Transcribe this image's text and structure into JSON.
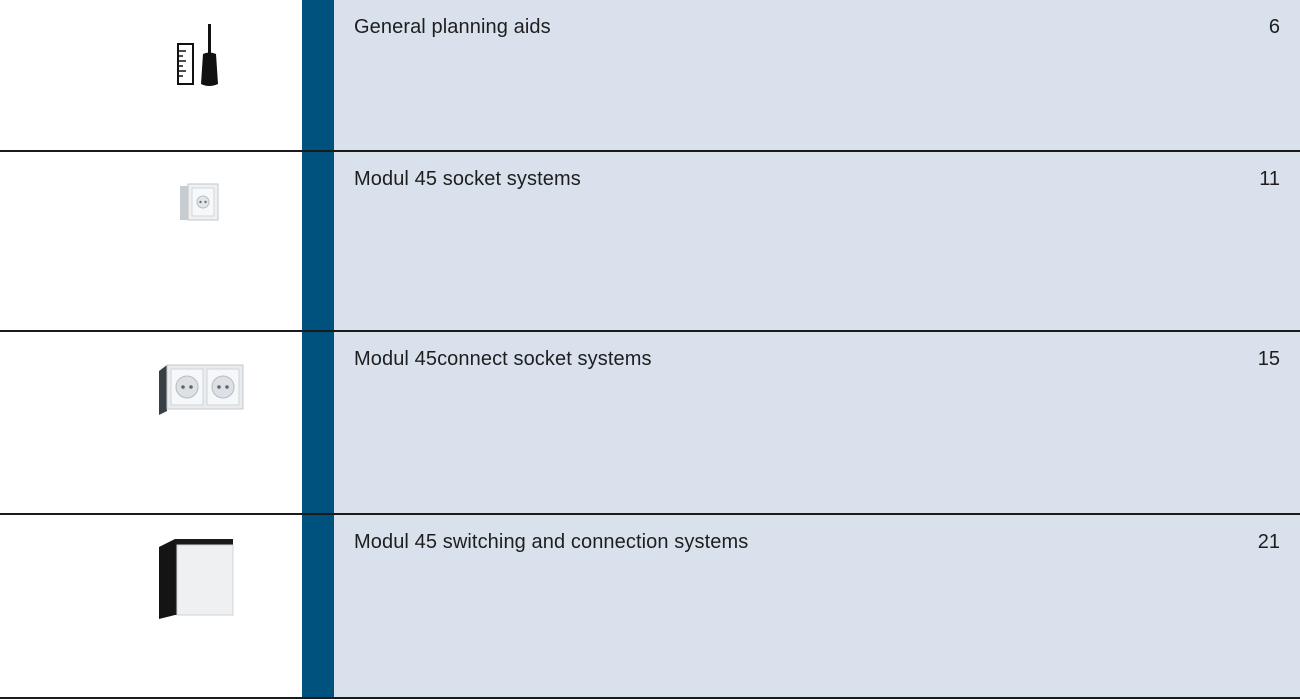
{
  "colors": {
    "accent": "#00527e",
    "panel": "#d8e1ec"
  },
  "sections": [
    {
      "title": "General planning aids",
      "page": "6",
      "icon": "ruler-screwdriver-icon"
    },
    {
      "title": "Modul 45 socket systems",
      "page": "11",
      "icon": "single-socket-icon"
    },
    {
      "title": "Modul 45connect socket systems",
      "page": "15",
      "icon": "double-socket-icon"
    },
    {
      "title": "Modul 45 switching and connection systems",
      "page": "21",
      "icon": "switch-module-icon"
    }
  ]
}
